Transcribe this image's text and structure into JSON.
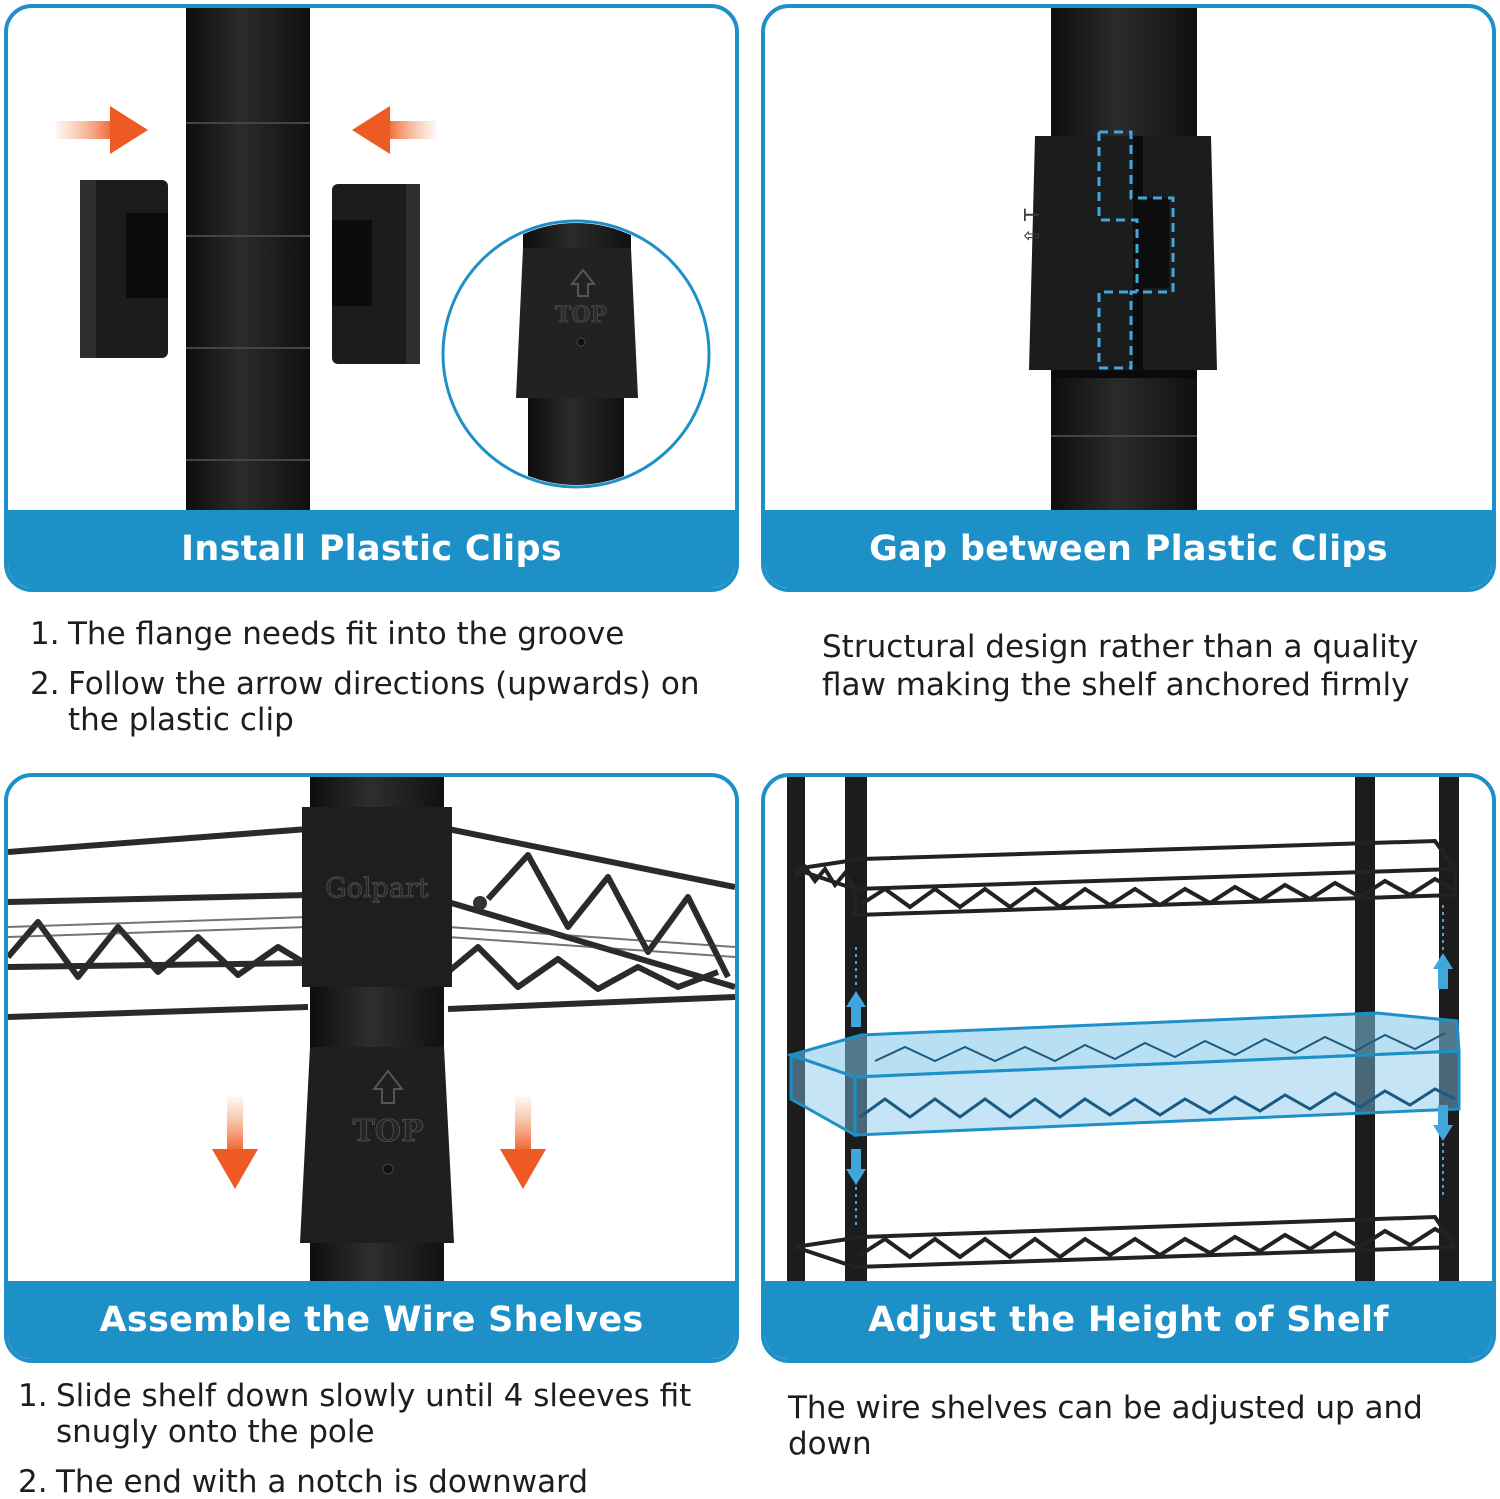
{
  "colors": {
    "accent": "#1e90c8",
    "arrow": "#ee5a24",
    "pole": "#1a1a1a"
  },
  "panels": [
    {
      "title": "Install Plastic Clips",
      "clip_mark": "TOP",
      "steps": [
        {
          "num": "1.",
          "text": "The flange needs fit into the groove"
        },
        {
          "num": "2.",
          "text": "Follow the arrow directions (upwards)  on the plastic clip"
        }
      ]
    },
    {
      "title": "Gap between Plastic Clips",
      "description": "Structural design rather than a quality flaw making the shelf anchored firmly"
    },
    {
      "title": "Assemble the Wire Shelves",
      "brand": "Golpart",
      "clip_mark": "TOP",
      "steps": [
        {
          "num": "1.",
          "text": "Slide shelf down slowly until 4 sleeves fit snugly onto the pole"
        },
        {
          "num": "2.",
          "text": "The end with a notch is downward"
        }
      ]
    },
    {
      "title": "Adjust the Height of Shelf",
      "description": "The wire shelves can be adjusted up and down"
    }
  ]
}
